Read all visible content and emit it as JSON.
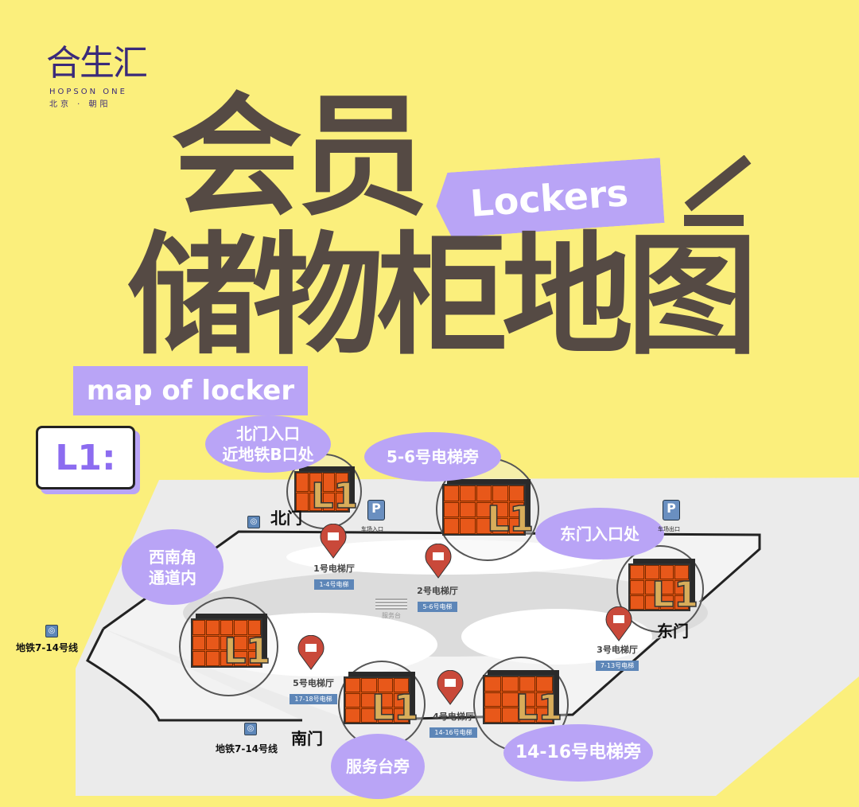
{
  "logo": {
    "name_cn": "合生汇",
    "name_en": "HOPSON ONE",
    "location": "北京 · 朝阳"
  },
  "title": {
    "line1": "会员",
    "line2": "储物柜地图",
    "tag_en": "Lockers",
    "tag_sub": "map of locker"
  },
  "floor": {
    "label": "L1:"
  },
  "locker_label": "L1",
  "locations": [
    {
      "lines": [
        "北门入口",
        "近地铁B口处"
      ]
    },
    {
      "lines": [
        "5-6号电梯旁"
      ]
    },
    {
      "lines": [
        "东门入口处"
      ]
    },
    {
      "lines": [
        "西南角",
        "通道内"
      ]
    },
    {
      "lines": [
        "服务台旁"
      ]
    },
    {
      "lines": [
        "14-16号电梯旁"
      ]
    }
  ],
  "elevators": [
    {
      "name": "1号电梯厅",
      "sub": "1-4号电梯"
    },
    {
      "name": "2号电梯厅",
      "sub": "5-6号电梯"
    },
    {
      "name": "3号电梯厅",
      "sub": "7-13号电梯"
    },
    {
      "name": "4号电梯厅",
      "sub": "14-16号电梯"
    },
    {
      "name": "5号电梯厅",
      "sub": "17-18号电梯"
    }
  ],
  "gates": {
    "north": "北门",
    "east": "东门",
    "south": "南门"
  },
  "metro": {
    "west": "地铁7-14号线",
    "south": "地铁7-14号线"
  },
  "parking": {
    "entry": "车场入口",
    "exit": "车场出口",
    "icon": "P"
  },
  "service_desk": "服务台",
  "colors": {
    "background": "#fbef7c",
    "accent": "#b9a4f6",
    "title": "#554a44",
    "locker": "#e0530f",
    "pin": "#c9493a"
  }
}
